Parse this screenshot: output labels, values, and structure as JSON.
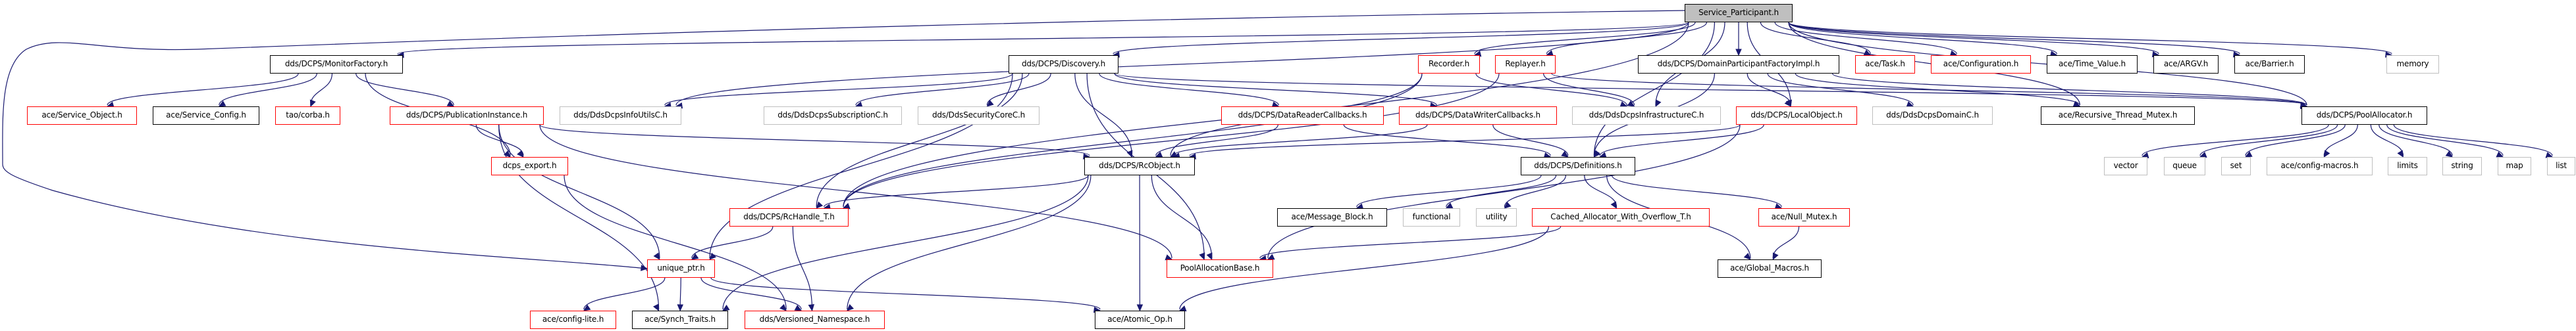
{
  "title": "Service_Participant.h include dependency graph",
  "colors": {
    "edge": "#191970",
    "truncated_border": "#ff0000",
    "external_border": "#bfbfbf",
    "normal_border": "#000000",
    "root_fill": "#bfbfbf"
  },
  "nodes": [
    {
      "id": "sp",
      "label": "Service_Participant.h",
      "kind": "root"
    },
    {
      "id": "monitorfactory",
      "label": "dds/DCPS/MonitorFactory.h",
      "kind": "normal"
    },
    {
      "id": "discovery",
      "label": "dds/DCPS/Discovery.h",
      "kind": "normal"
    },
    {
      "id": "recorder",
      "label": "Recorder.h",
      "kind": "truncated"
    },
    {
      "id": "replayer",
      "label": "Replayer.h",
      "kind": "truncated"
    },
    {
      "id": "dpfimpl",
      "label": "dds/DCPS/DomainParticipantFactoryImpl.h",
      "kind": "normal"
    },
    {
      "id": "task",
      "label": "ace/Task.h",
      "kind": "truncated"
    },
    {
      "id": "configuration",
      "label": "ace/Configuration.h",
      "kind": "truncated"
    },
    {
      "id": "timevalue",
      "label": "ace/Time_Value.h",
      "kind": "normal"
    },
    {
      "id": "argv",
      "label": "ace/ARGV.h",
      "kind": "normal"
    },
    {
      "id": "barrier",
      "label": "ace/Barrier.h",
      "kind": "normal"
    },
    {
      "id": "memory",
      "label": "memory",
      "kind": "external"
    },
    {
      "id": "serviceobject",
      "label": "ace/Service_Object.h",
      "kind": "truncated"
    },
    {
      "id": "serviceconfig",
      "label": "ace/Service_Config.h",
      "kind": "normal"
    },
    {
      "id": "corba",
      "label": "tao/corba.h",
      "kind": "truncated"
    },
    {
      "id": "pubinstance",
      "label": "dds/DCPS/PublicationInstance.h",
      "kind": "truncated"
    },
    {
      "id": "infoutils",
      "label": "dds/DdsDcpsInfoUtilsC.h",
      "kind": "external"
    },
    {
      "id": "subscriptionc",
      "label": "dds/DdsDcpsSubscriptionC.h",
      "kind": "external"
    },
    {
      "id": "securitycorec",
      "label": "dds/DdsSecurityCoreC.h",
      "kind": "external"
    },
    {
      "id": "drcallbacks",
      "label": "dds/DCPS/DataReaderCallbacks.h",
      "kind": "truncated"
    },
    {
      "id": "dwcallbacks",
      "label": "dds/DCPS/DataWriterCallbacks.h",
      "kind": "truncated"
    },
    {
      "id": "infrastructurec",
      "label": "dds/DdsDcpsInfrastructureC.h",
      "kind": "external"
    },
    {
      "id": "localobject",
      "label": "dds/DCPS/LocalObject.h",
      "kind": "truncated"
    },
    {
      "id": "domainc",
      "label": "dds/DdsDcpsDomainC.h",
      "kind": "external"
    },
    {
      "id": "recmutex",
      "label": "ace/Recursive_Thread_Mutex.h",
      "kind": "normal"
    },
    {
      "id": "poolallocator",
      "label": "dds/DCPS/PoolAllocator.h",
      "kind": "normal"
    },
    {
      "id": "dcpsexport",
      "label": "dcps_export.h",
      "kind": "truncated"
    },
    {
      "id": "rcobject",
      "label": "dds/DCPS/RcObject.h",
      "kind": "normal"
    },
    {
      "id": "definitions",
      "label": "dds/DCPS/Definitions.h",
      "kind": "normal"
    },
    {
      "id": "vector",
      "label": "vector",
      "kind": "external"
    },
    {
      "id": "queue",
      "label": "queue",
      "kind": "external"
    },
    {
      "id": "set",
      "label": "set",
      "kind": "external"
    },
    {
      "id": "configmacros",
      "label": "ace/config-macros.h",
      "kind": "external"
    },
    {
      "id": "limits",
      "label": "limits",
      "kind": "external"
    },
    {
      "id": "string",
      "label": "string",
      "kind": "external"
    },
    {
      "id": "map",
      "label": "map",
      "kind": "external"
    },
    {
      "id": "list",
      "label": "list",
      "kind": "external"
    },
    {
      "id": "rchandle",
      "label": "dds/DCPS/RcHandle_T.h",
      "kind": "truncated"
    },
    {
      "id": "messageblock",
      "label": "ace/Message_Block.h",
      "kind": "normal"
    },
    {
      "id": "functional",
      "label": "functional",
      "kind": "external"
    },
    {
      "id": "utility",
      "label": "utility",
      "kind": "external"
    },
    {
      "id": "cachedalloc",
      "label": "Cached_Allocator_With_Overflow_T.h",
      "kind": "truncated"
    },
    {
      "id": "nullmutex",
      "label": "ace/Null_Mutex.h",
      "kind": "truncated"
    },
    {
      "id": "uniqueptr",
      "label": "unique_ptr.h",
      "kind": "truncated"
    },
    {
      "id": "poolallocbase",
      "label": "PoolAllocationBase.h",
      "kind": "truncated"
    },
    {
      "id": "globalmacros",
      "label": "ace/Global_Macros.h",
      "kind": "normal"
    },
    {
      "id": "configlite",
      "label": "ace/config-lite.h",
      "kind": "truncated"
    },
    {
      "id": "synchtraits",
      "label": "ace/Synch_Traits.h",
      "kind": "normal"
    },
    {
      "id": "versionedns",
      "label": "dds/Versioned_Namespace.h",
      "kind": "truncated"
    },
    {
      "id": "atomicop",
      "label": "ace/Atomic_Op.h",
      "kind": "normal"
    }
  ],
  "edges": [
    [
      "sp",
      "monitorfactory"
    ],
    [
      "sp",
      "discovery"
    ],
    [
      "sp",
      "recorder"
    ],
    [
      "sp",
      "replayer"
    ],
    [
      "sp",
      "dpfimpl"
    ],
    [
      "sp",
      "task"
    ],
    [
      "sp",
      "configuration"
    ],
    [
      "sp",
      "timevalue"
    ],
    [
      "sp",
      "argv"
    ],
    [
      "sp",
      "barrier"
    ],
    [
      "sp",
      "memory"
    ],
    [
      "sp",
      "poolallocator"
    ],
    [
      "sp",
      "infoutils"
    ],
    [
      "sp",
      "infrastructurec"
    ],
    [
      "sp",
      "localobject"
    ],
    [
      "sp",
      "recmutex"
    ],
    [
      "sp",
      "uniqueptr"
    ],
    [
      "sp",
      "definitions"
    ],
    [
      "sp",
      "rchandle"
    ],
    [
      "monitorfactory",
      "serviceobject"
    ],
    [
      "monitorfactory",
      "serviceconfig"
    ],
    [
      "monitorfactory",
      "corba"
    ],
    [
      "monitorfactory",
      "pubinstance"
    ],
    [
      "monitorfactory",
      "dcpsexport"
    ],
    [
      "pubinstance",
      "dcpsexport"
    ],
    [
      "pubinstance",
      "uniqueptr"
    ],
    [
      "pubinstance",
      "synchtraits"
    ],
    [
      "pubinstance",
      "poolallocbase"
    ],
    [
      "pubinstance",
      "rcobject"
    ],
    [
      "dcpsexport",
      "versionedns"
    ],
    [
      "discovery",
      "infoutils"
    ],
    [
      "discovery",
      "subscriptionc"
    ],
    [
      "discovery",
      "securitycorec"
    ],
    [
      "discovery",
      "rcobject"
    ],
    [
      "discovery",
      "poolallocbase"
    ],
    [
      "discovery",
      "drcallbacks"
    ],
    [
      "discovery",
      "dwcallbacks"
    ],
    [
      "discovery",
      "rchandle"
    ],
    [
      "discovery",
      "uniqueptr"
    ],
    [
      "discovery",
      "poolallocator"
    ],
    [
      "recorder",
      "rchandle"
    ],
    [
      "recorder",
      "infrastructurec"
    ],
    [
      "recorder",
      "rcobject"
    ],
    [
      "replayer",
      "rchandle"
    ],
    [
      "replayer",
      "infrastructurec"
    ],
    [
      "replayer",
      "poolallocator"
    ],
    [
      "dpfimpl",
      "localobject"
    ],
    [
      "dpfimpl",
      "domainc"
    ],
    [
      "dpfimpl",
      "recmutex"
    ],
    [
      "dpfimpl",
      "poolallocator"
    ],
    [
      "dpfimpl",
      "definitions"
    ],
    [
      "drcallbacks",
      "rcobject"
    ],
    [
      "drcallbacks",
      "definitions"
    ],
    [
      "dwcallbacks",
      "rcobject"
    ],
    [
      "dwcallbacks",
      "definitions"
    ],
    [
      "localobject",
      "rcobject"
    ],
    [
      "localobject",
      "definitions"
    ],
    [
      "localobject",
      "poolallocbase"
    ],
    [
      "rcobject",
      "rchandle"
    ],
    [
      "rcobject",
      "poolallocbase"
    ],
    [
      "rcobject",
      "atomicop"
    ],
    [
      "rcobject",
      "synchtraits"
    ],
    [
      "rcobject",
      "versionedns"
    ],
    [
      "rchandle",
      "uniqueptr"
    ],
    [
      "rchandle",
      "versionedns"
    ],
    [
      "uniqueptr",
      "configlite"
    ],
    [
      "uniqueptr",
      "synchtraits"
    ],
    [
      "uniqueptr",
      "versionedns"
    ],
    [
      "uniqueptr",
      "atomicop"
    ],
    [
      "definitions",
      "messageblock"
    ],
    [
      "definitions",
      "functional"
    ],
    [
      "definitions",
      "utility"
    ],
    [
      "definitions",
      "cachedalloc"
    ],
    [
      "definitions",
      "nullmutex"
    ],
    [
      "definitions",
      "globalmacros"
    ],
    [
      "cachedalloc",
      "poolallocbase"
    ],
    [
      "cachedalloc",
      "atomicop"
    ],
    [
      "nullmutex",
      "globalmacros"
    ],
    [
      "poolallocator",
      "vector"
    ],
    [
      "poolallocator",
      "queue"
    ],
    [
      "poolallocator",
      "set"
    ],
    [
      "poolallocator",
      "configmacros"
    ],
    [
      "poolallocator",
      "limits"
    ],
    [
      "poolallocator",
      "string"
    ],
    [
      "poolallocator",
      "map"
    ],
    [
      "poolallocator",
      "list"
    ]
  ]
}
